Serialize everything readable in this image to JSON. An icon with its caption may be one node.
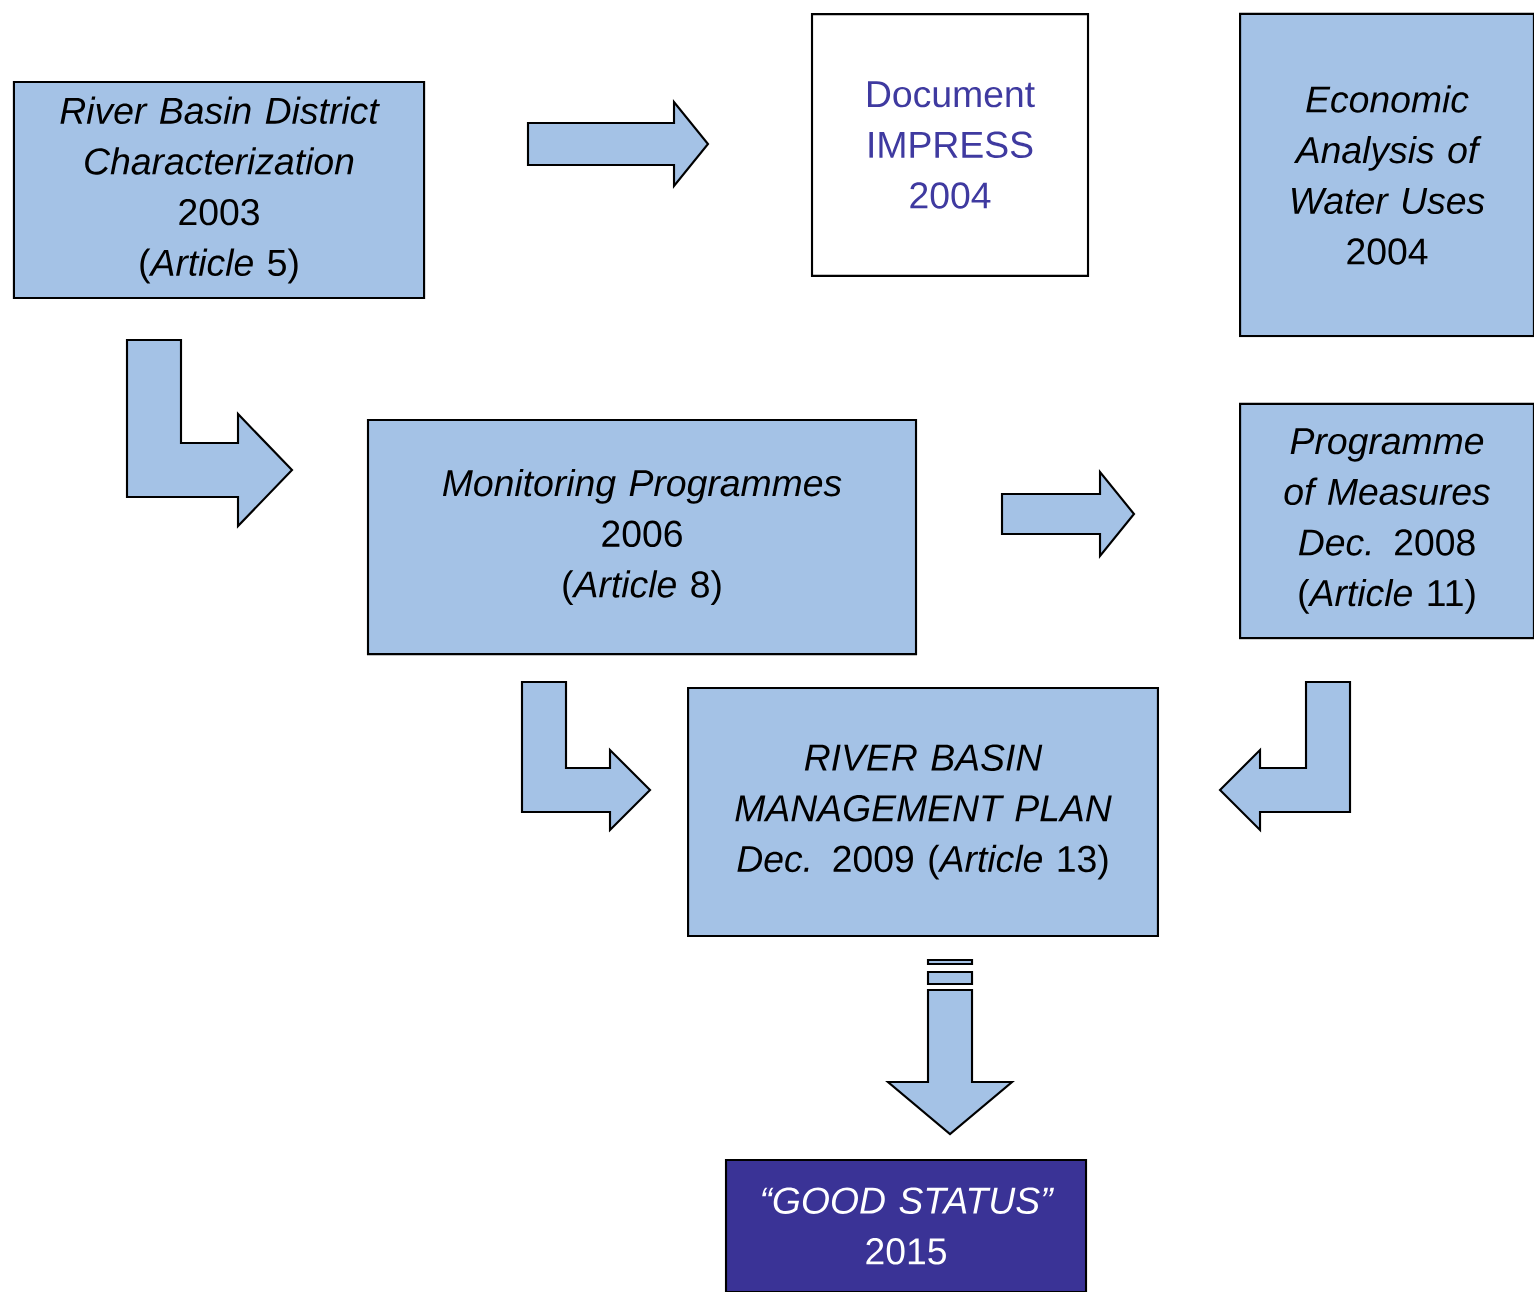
{
  "diagram": {
    "nodes": [
      {
        "text": [
          "River Basin District Characterization",
          "2003",
          "(*Article* 5)"
        ]
      },
      {
        "text": [
          "Document IMPRESS",
          "2004"
        ]
      },
      {
        "text": [
          "Economic Analysis of Water Uses",
          "2004"
        ]
      },
      {
        "text": [
          "Monitoring Programmes",
          "2006",
          "(*Article* 8)"
        ]
      },
      {
        "text": [
          "Programme of Measures",
          "*Dec.* 2008",
          "(*Article* 11)"
        ]
      },
      {
        "text": [
          "RIVER BASIN MANAGEMENT PLAN",
          "*Dec.* 2009 (*Article* 13)"
        ]
      },
      {
        "text": [
          "“GOOD STATUS”",
          "2015"
        ]
      }
    ],
    "edges": [
      {
        "from": 0,
        "to": 1,
        "arrow": "to"
      },
      {
        "from": 0,
        "to": 3,
        "arrow": "to"
      },
      {
        "from": 3,
        "to": 4,
        "arrow": "to"
      },
      {
        "from": 3,
        "to": 5,
        "arrow": "to"
      },
      {
        "from": 4,
        "to": 5,
        "arrow": "to"
      },
      {
        "from": 5,
        "to": 6,
        "arrow": "to"
      }
    ]
  }
}
